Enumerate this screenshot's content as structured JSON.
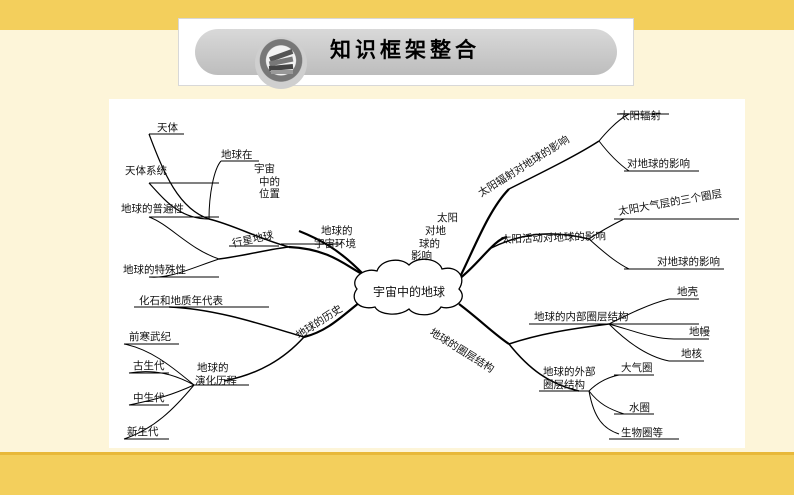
{
  "header": {
    "title": "知识框架整合",
    "icon": "books-icon"
  },
  "colors": {
    "bar": "#f3cf5c",
    "background": "#fdf5d9"
  },
  "mindmap": {
    "center": "宇宙中的地球",
    "left_top": {
      "label": [
        "地球的",
        "宇宙环境"
      ],
      "place": {
        "label": [
          "地球在",
          "宇宙",
          "中的",
          "位置"
        ],
        "items": [
          "天体",
          "天体系统"
        ]
      },
      "planet": {
        "label": "行星地球",
        "items": [
          "地球的普遍性",
          "地球的特殊性"
        ]
      }
    },
    "left_bottom": {
      "label": "地球的历史",
      "strata": "化石和地质年代表",
      "evolution": {
        "label": [
          "地球的",
          "演化历程"
        ],
        "items": [
          "前寒武纪",
          "古生代",
          "中生代",
          "新生代"
        ]
      }
    },
    "right_top": {
      "label": [
        "太阳",
        "对地",
        "球的",
        "影响"
      ],
      "radiation": {
        "label": "太阳辐射对地球的影响",
        "items": [
          "太阳辐射",
          "对地球的影响"
        ]
      },
      "activity": {
        "label": "太阳活动对地球的影响",
        "items": [
          "太阳大气层的三个圈层",
          "对地球的影响"
        ]
      }
    },
    "right_bottom": {
      "label": "地球的圈层结构",
      "inner": {
        "label": "地球的内部圈层结构",
        "items": [
          "地壳",
          "地幔",
          "地核"
        ]
      },
      "outer": {
        "label": [
          "地球的外部",
          "圈层结构"
        ],
        "items": [
          "大气圈",
          "水圈",
          "生物圈等"
        ]
      }
    }
  }
}
